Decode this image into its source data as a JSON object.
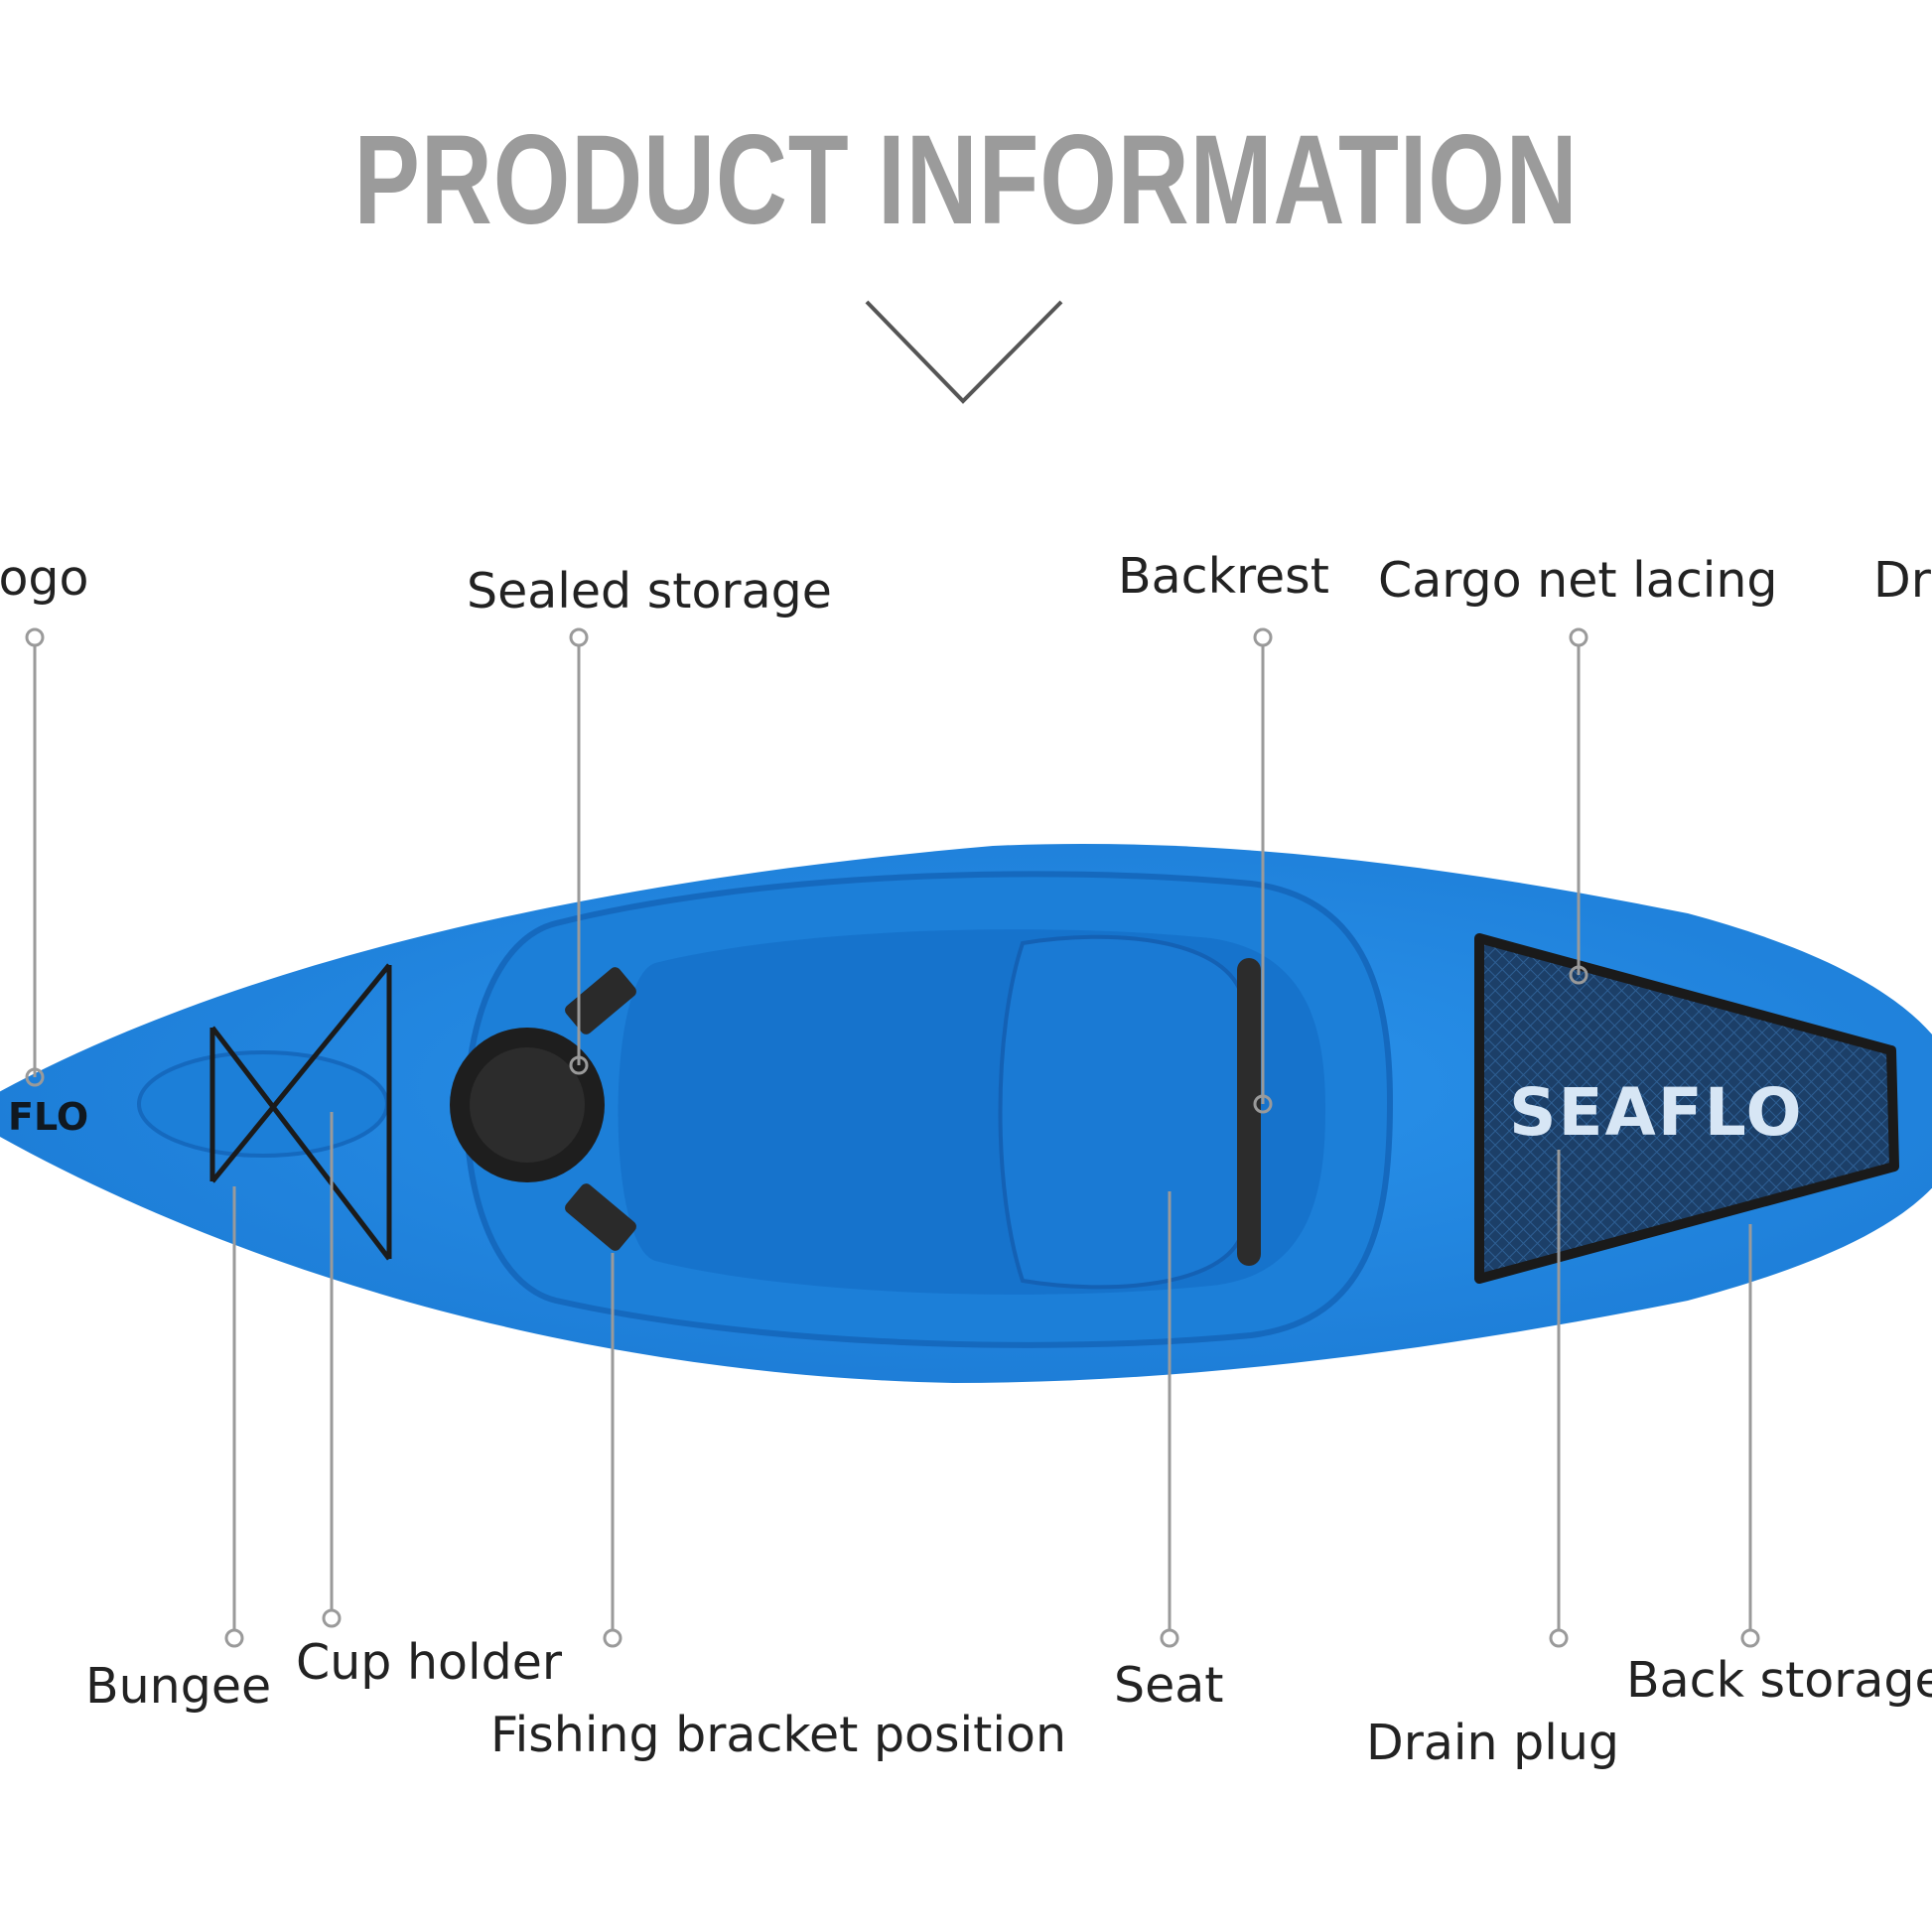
{
  "header": {
    "title": "PRODUCT INFORMATION"
  },
  "kayak": {
    "brand_logo": "SEAFLO",
    "nose_logo": "FLO",
    "hull_color": "#1f86df",
    "deck_color": "#1670c9",
    "net_color": "#1e3a5c"
  },
  "callouts": {
    "top": [
      {
        "id": "logo",
        "label": "Logo"
      },
      {
        "id": "sealed-storage",
        "label": "Sealed storage"
      },
      {
        "id": "backrest",
        "label": "Backrest"
      },
      {
        "id": "cargo-net-lacing",
        "label": "Cargo net lacing"
      },
      {
        "id": "dr",
        "label": "Dr"
      }
    ],
    "bottom": [
      {
        "id": "bungee",
        "label": "Bungee"
      },
      {
        "id": "cup-holder",
        "label": "Cup holder"
      },
      {
        "id": "fishing-bracket-position",
        "label": "Fishing bracket position"
      },
      {
        "id": "seat",
        "label": "Seat"
      },
      {
        "id": "drain-plug",
        "label": "Drain plug"
      },
      {
        "id": "back-storage",
        "label": "Back storage"
      }
    ]
  }
}
